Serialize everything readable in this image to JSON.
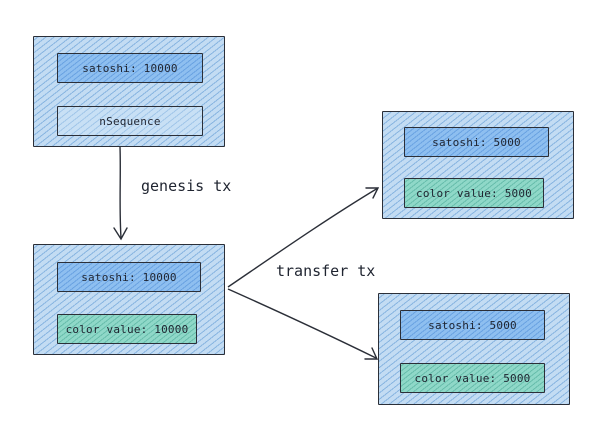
{
  "diagram": {
    "nodes": [
      {
        "id": "genesis-input",
        "fields": [
          {
            "text": "satoshi: 10000",
            "style": "blue"
          },
          {
            "text": "nSequence",
            "style": "light"
          }
        ]
      },
      {
        "id": "genesis-output",
        "fields": [
          {
            "text": "satoshi: 10000",
            "style": "blue"
          },
          {
            "text": "color value: 10000",
            "style": "green"
          }
        ]
      },
      {
        "id": "transfer-output-1",
        "fields": [
          {
            "text": "satoshi: 5000",
            "style": "blue"
          },
          {
            "text": "color value: 5000",
            "style": "green"
          }
        ]
      },
      {
        "id": "transfer-output-2",
        "fields": [
          {
            "text": "satoshi: 5000",
            "style": "blue"
          },
          {
            "text": "color value: 5000",
            "style": "green"
          }
        ]
      }
    ],
    "edges": [
      {
        "from": "genesis-input",
        "to": "genesis-output",
        "label": "genesis tx"
      },
      {
        "from": "genesis-output",
        "to": "transfer-output-1",
        "label": "transfer tx"
      },
      {
        "from": "genesis-output",
        "to": "transfer-output-2",
        "label": ""
      }
    ]
  },
  "colors": {
    "node_fill": "#c3dcf3",
    "field_blue": "#8ebff0",
    "field_green": "#8fd8c8",
    "stroke": "#2b2f38"
  }
}
